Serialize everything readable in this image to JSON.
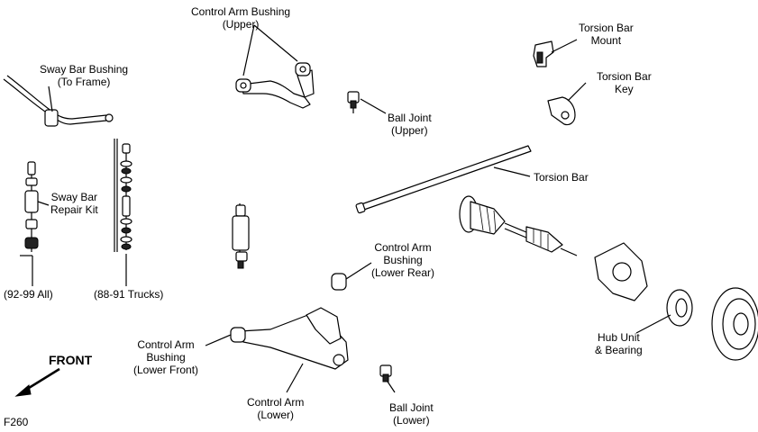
{
  "labels": {
    "control_arm_bushing_upper": [
      "Control Arm Bushing",
      "(Upper)"
    ],
    "torsion_bar_mount": [
      "Torsion Bar",
      "Mount"
    ],
    "sway_bar_bushing": [
      "Sway Bar Bushing",
      "(To Frame)"
    ],
    "torsion_bar_key": [
      "Torsion Bar",
      "Key"
    ],
    "ball_joint_upper": [
      "Ball Joint",
      "(Upper)"
    ],
    "torsion_bar": "Torsion Bar",
    "sway_bar_repair_kit": [
      "Sway Bar",
      "Repair Kit"
    ],
    "control_arm_bushing_lower_rear": [
      "Control Arm",
      "Bushing",
      "(Lower Rear)"
    ],
    "years_92_99": "(92-99 All)",
    "years_88_91": "(88-91 Trucks)",
    "hub_unit_bearing": [
      "Hub Unit",
      "& Bearing"
    ],
    "control_arm_bushing_lower_front": [
      "Control Arm",
      "Bushing",
      "(Lower Front)"
    ],
    "control_arm_lower": [
      "Control Arm",
      "(Lower)"
    ],
    "ball_joint_lower": [
      "Ball Joint",
      "(Lower)"
    ]
  },
  "front_label": "FRONT",
  "figure_code": "F260"
}
